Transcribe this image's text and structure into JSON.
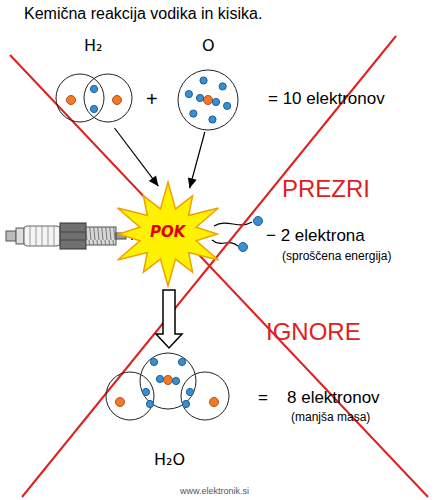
{
  "diagram": {
    "title": "Kemična reakcija vodika in kisika.",
    "nodes": [
      {
        "text": [
          "H₂"
        ]
      },
      {
        "text": [
          "O"
        ]
      },
      {
        "text": [
          "POK"
        ]
      },
      {
        "text": [
          "H₂O"
        ]
      }
    ],
    "edges": [
      {
        "from": 0,
        "to": 2,
        "arrow": "to"
      },
      {
        "from": 1,
        "to": 2,
        "arrow": "to"
      },
      {
        "from": 2,
        "to": 3,
        "arrow": "to"
      }
    ],
    "labels": [
      "+",
      "= 10 elektronov",
      "PREZRI",
      "− 2 elektrona",
      "(sproščena energija)",
      "IGNORE",
      "=",
      "8 elektronov",
      "(manjša masa)",
      "www.elektronik.si"
    ]
  }
}
